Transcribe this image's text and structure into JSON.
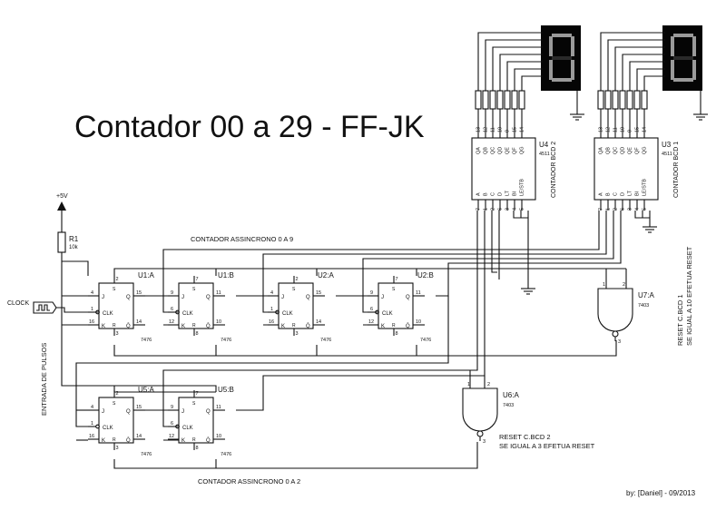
{
  "title": "Contador 00 a 29 - FF-JK",
  "credit": "by: [Daniel] - 09/2013",
  "power": {
    "label": "+5V",
    "resistor": "R1",
    "resistor_value": "10k"
  },
  "clock_label": "CLOCK",
  "pulse_input_label": "ENTRADA DE PULSOS",
  "counter_top_label": "CONTADOR ASSINCRONO 0 A 9",
  "counter_bottom_label": "CONTADOR ASSINCRONO 0 A 2",
  "reset1_line1": "RESET C.BCD 1",
  "reset1_line2": "SE IGUAL A 10 EFETUA RESET",
  "reset2_line1": "RESET C.BCD 2",
  "reset2_line2": "SE IGUAL A 3 EFETUA RESET",
  "ff_pins": {
    "j": "J",
    "clk": "CLK",
    "k": "K",
    "s": "S",
    "r": "R",
    "q": "Q",
    "qn": "Q̄"
  },
  "flipflops": [
    {
      "name": "U1:A",
      "part": "7476",
      "pins": [
        "4",
        "1",
        "16",
        "2",
        "3",
        "15",
        "14"
      ]
    },
    {
      "name": "U1:B",
      "part": "7476",
      "pins": [
        "9",
        "6",
        "12",
        "7",
        "8",
        "11",
        "10"
      ]
    },
    {
      "name": "U2:A",
      "part": "7476",
      "pins": [
        "4",
        "1",
        "16",
        "2",
        "3",
        "15",
        "14"
      ]
    },
    {
      "name": "U2:B",
      "part": "7476",
      "pins": [
        "9",
        "6",
        "12",
        "7",
        "8",
        "11",
        "10"
      ]
    },
    {
      "name": "U5:A",
      "part": "7476",
      "pins": [
        "4",
        "1",
        "16",
        "2",
        "3",
        "15",
        "14"
      ]
    },
    {
      "name": "U5:B",
      "part": "7476",
      "pins": [
        "9",
        "6",
        "12",
        "7",
        "8",
        "11",
        "10"
      ]
    }
  ],
  "decoders": [
    {
      "name": "U4",
      "part": "4511",
      "side_label": "CONTADOR BCD 2",
      "digit": "0"
    },
    {
      "name": "U3",
      "part": "4511",
      "side_label": "CONTADOR BCD 1",
      "digit": "0"
    }
  ],
  "decoder_pins": {
    "outputs": [
      "QA",
      "QB",
      "QC",
      "QD",
      "QE",
      "QF",
      "QG"
    ],
    "output_numbers": [
      "13",
      "12",
      "11",
      "10",
      "9",
      "15",
      "14"
    ],
    "inputs": [
      "A",
      "B",
      "C",
      "D",
      "LT",
      "BI",
      "LE/STB"
    ],
    "input_numbers": [
      "7",
      "1",
      "2",
      "6",
      "3",
      "4",
      "5"
    ]
  },
  "gates": [
    {
      "name": "U7:A",
      "part": "7403",
      "in_pins": [
        "1",
        "2"
      ],
      "out_pin": "3"
    },
    {
      "name": "U6:A",
      "part": "7403",
      "in_pins": [
        "1",
        "2"
      ],
      "out_pin": "3"
    }
  ]
}
